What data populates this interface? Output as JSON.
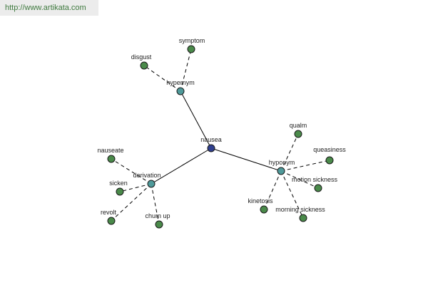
{
  "source_text": "http://www.artikata.com",
  "colors": {
    "center": "#2f3f8f",
    "relation": "#4f9a9a",
    "leaf": "#4a8a4a",
    "banner_text": "#3f7a3f"
  },
  "graph": {
    "center": {
      "id": "nausea",
      "label": "nausea"
    },
    "relations": [
      {
        "id": "hypernym",
        "label": "hypernym",
        "leaves": [
          {
            "id": "symptom",
            "label": "symptom"
          },
          {
            "id": "disgust",
            "label": "disgust"
          }
        ]
      },
      {
        "id": "derivation",
        "label": "derivation",
        "leaves": [
          {
            "id": "nauseate",
            "label": "nauseate"
          },
          {
            "id": "sicken",
            "label": "sicken"
          },
          {
            "id": "revolt",
            "label": "revolt"
          },
          {
            "id": "churn-up",
            "label": "churn up"
          }
        ]
      },
      {
        "id": "hyponym",
        "label": "hyponym",
        "leaves": [
          {
            "id": "qualm",
            "label": "qualm"
          },
          {
            "id": "queasiness",
            "label": "queasiness"
          },
          {
            "id": "motion-sickness",
            "label": "motion sickness"
          },
          {
            "id": "kinetosis",
            "label": "kinetosis"
          },
          {
            "id": "morning-sickness",
            "label": "morning sickness"
          }
        ]
      }
    ]
  }
}
